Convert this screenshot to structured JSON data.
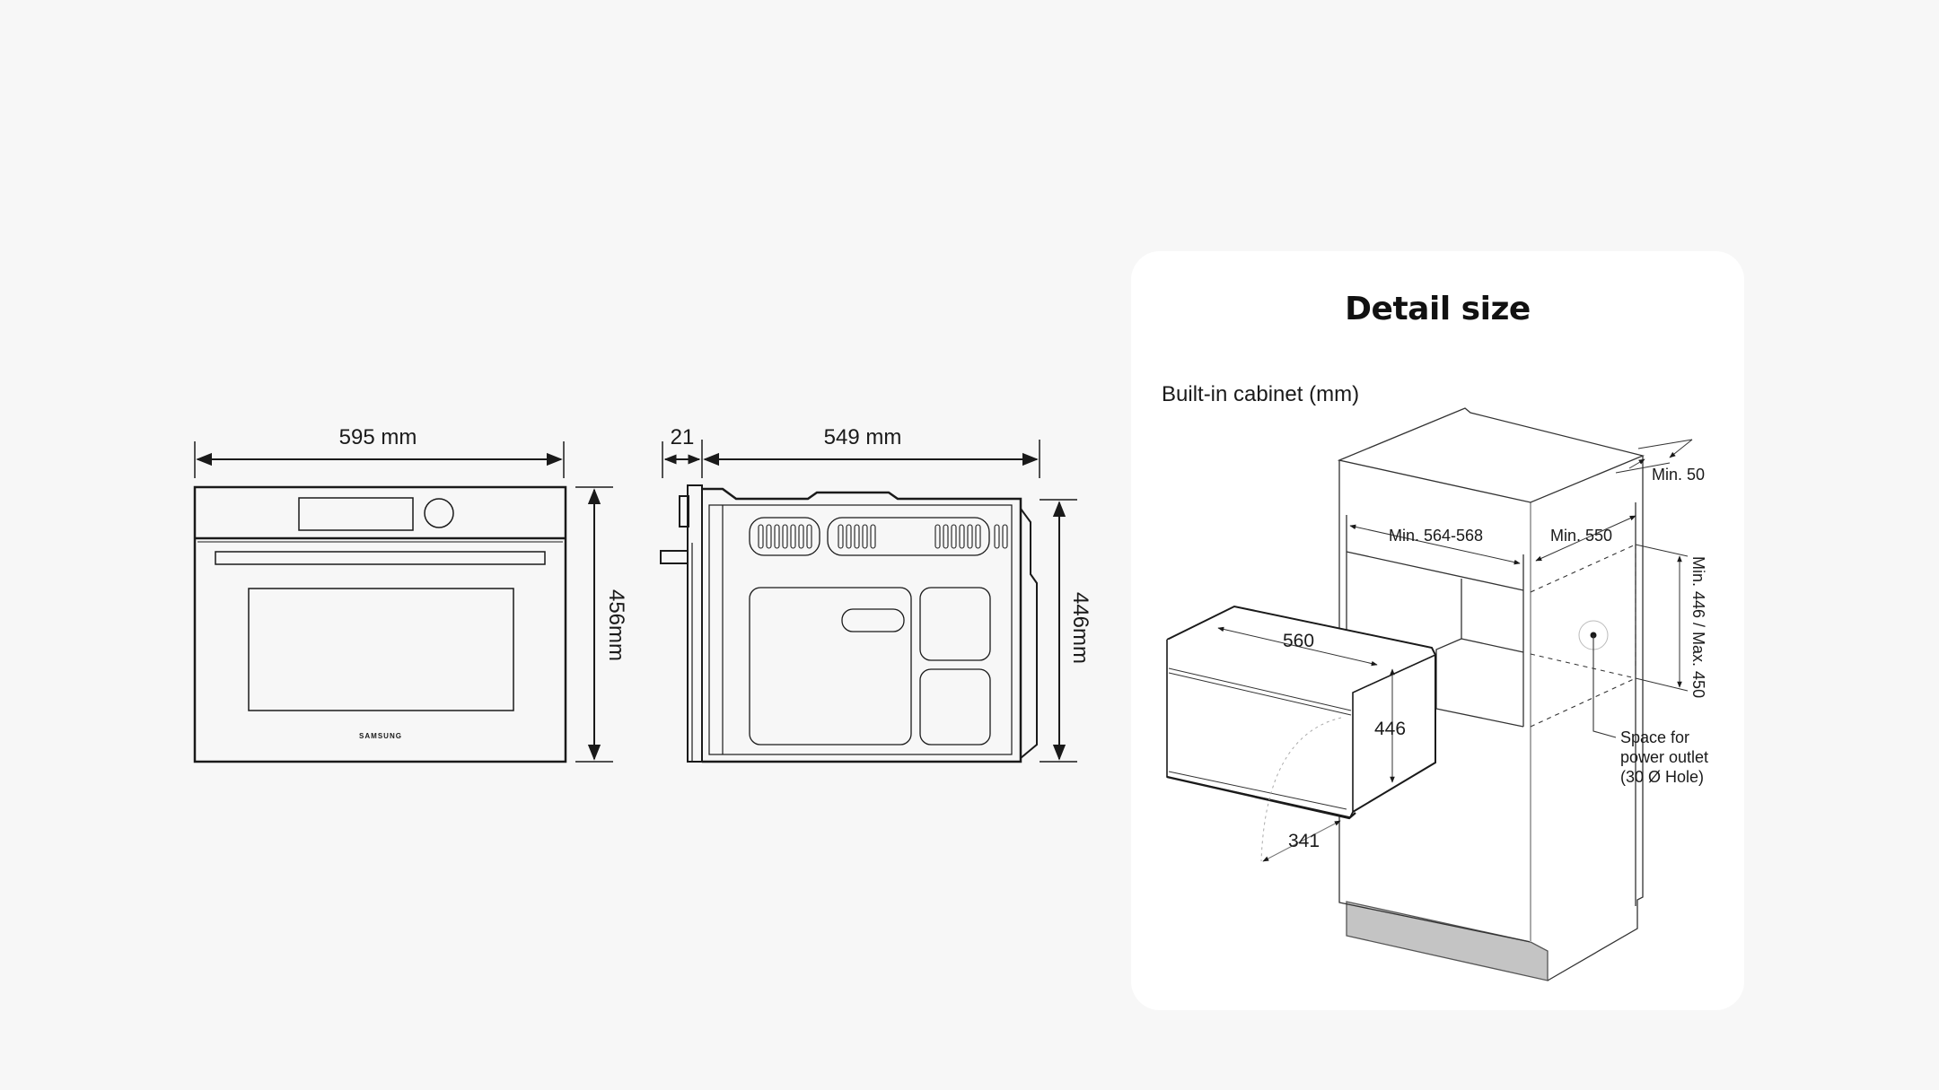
{
  "front_view": {
    "width_label": "595 mm",
    "height_label": "456mm",
    "brand_logo": "SAMSUNG"
  },
  "side_view": {
    "door_depth_label": "21",
    "depth_label": "549 mm",
    "height_label": "446mm"
  },
  "detail_card": {
    "title": "Detail size",
    "subtitle": "Built-in cabinet (mm)",
    "labels": {
      "top_clearance": "Min. 50",
      "cabinet_width": "Min. 564-568",
      "cabinet_depth": "Min. 550",
      "opening_height": "Min. 446 / Max. 450",
      "oven_width": "560",
      "oven_height": "446",
      "door_open": "341",
      "power_outlet_line1": "Space for",
      "power_outlet_line2": "power outlet",
      "power_outlet_line3": "(30 Ø Hole)"
    }
  },
  "colors": {
    "page_background": "#f7f7f7",
    "card_background": "#ffffff",
    "line": "#1a1a1a",
    "plinth": "#c4c4c4"
  }
}
